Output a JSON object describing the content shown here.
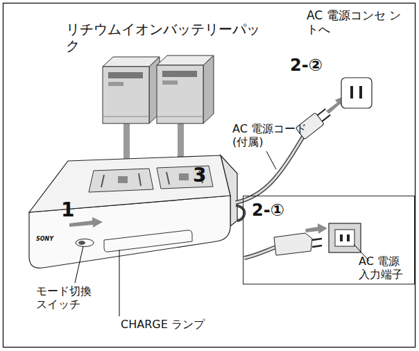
{
  "diagram": {
    "nodes": [
      {
        "text": [
          "2-①",
          "AC 電源 入力端子"
        ]
      }
    ],
    "labels": [
      "リチウムイオンバッテリーパック",
      "AC 電源コンセ ントへ",
      "2-②",
      "AC 電源コード (付属)",
      "3",
      "1",
      "SONY",
      "モード切換 スイッチ",
      "CHARGE ランプ"
    ]
  }
}
